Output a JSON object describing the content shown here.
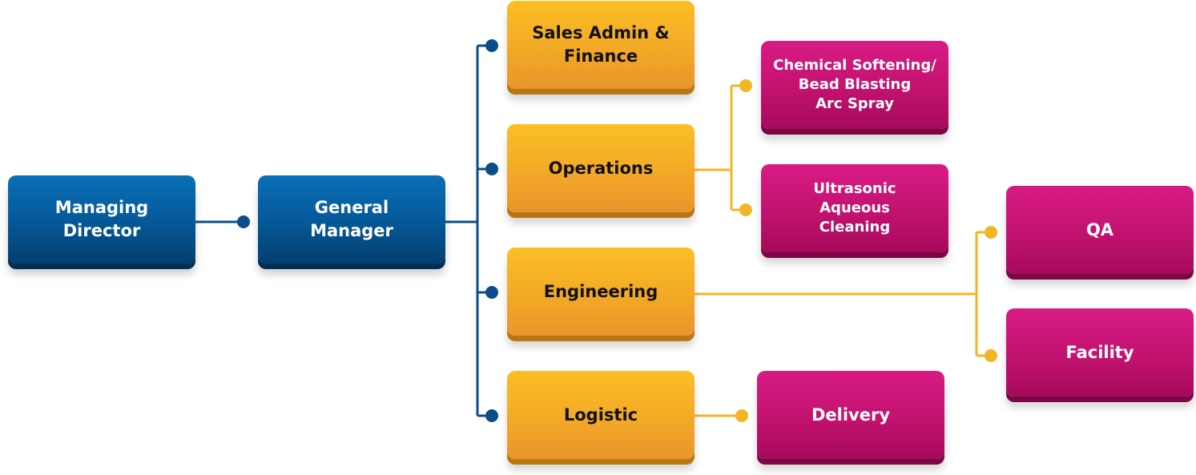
{
  "colors": {
    "level1": "#055a9a",
    "level2": "#f3a927",
    "level3": "#c2126f",
    "connector_blue": "#0a4d87",
    "connector_yellow": "#f2b524"
  },
  "nodes": {
    "managing_director": "Managing\nDirector",
    "general_manager": "General\nManager",
    "sales_admin_finance": "Sales Admin &\nFinance",
    "operations": "Operations",
    "engineering": "Engineering",
    "logistic": "Logistic",
    "chemical_softening": "Chemical Softening/\nBead Blasting\nArc Spray",
    "ultrasonic": "Ultrasonic\nAqueous\nCleaning",
    "delivery": "Delivery",
    "qa": "QA",
    "facility": "Facility"
  },
  "edges": [
    {
      "from": "Managing Director",
      "to": "General Manager"
    },
    {
      "from": "General Manager",
      "to": "Sales Admin & Finance"
    },
    {
      "from": "General Manager",
      "to": "Operations"
    },
    {
      "from": "General Manager",
      "to": "Engineering"
    },
    {
      "from": "General Manager",
      "to": "Logistic"
    },
    {
      "from": "Operations",
      "to": "Chemical Softening/ Bead Blasting Arc Spray"
    },
    {
      "from": "Operations",
      "to": "Ultrasonic Aqueous Cleaning"
    },
    {
      "from": "Engineering",
      "to": "QA"
    },
    {
      "from": "Engineering",
      "to": "Facility"
    },
    {
      "from": "Logistic",
      "to": "Delivery"
    }
  ]
}
